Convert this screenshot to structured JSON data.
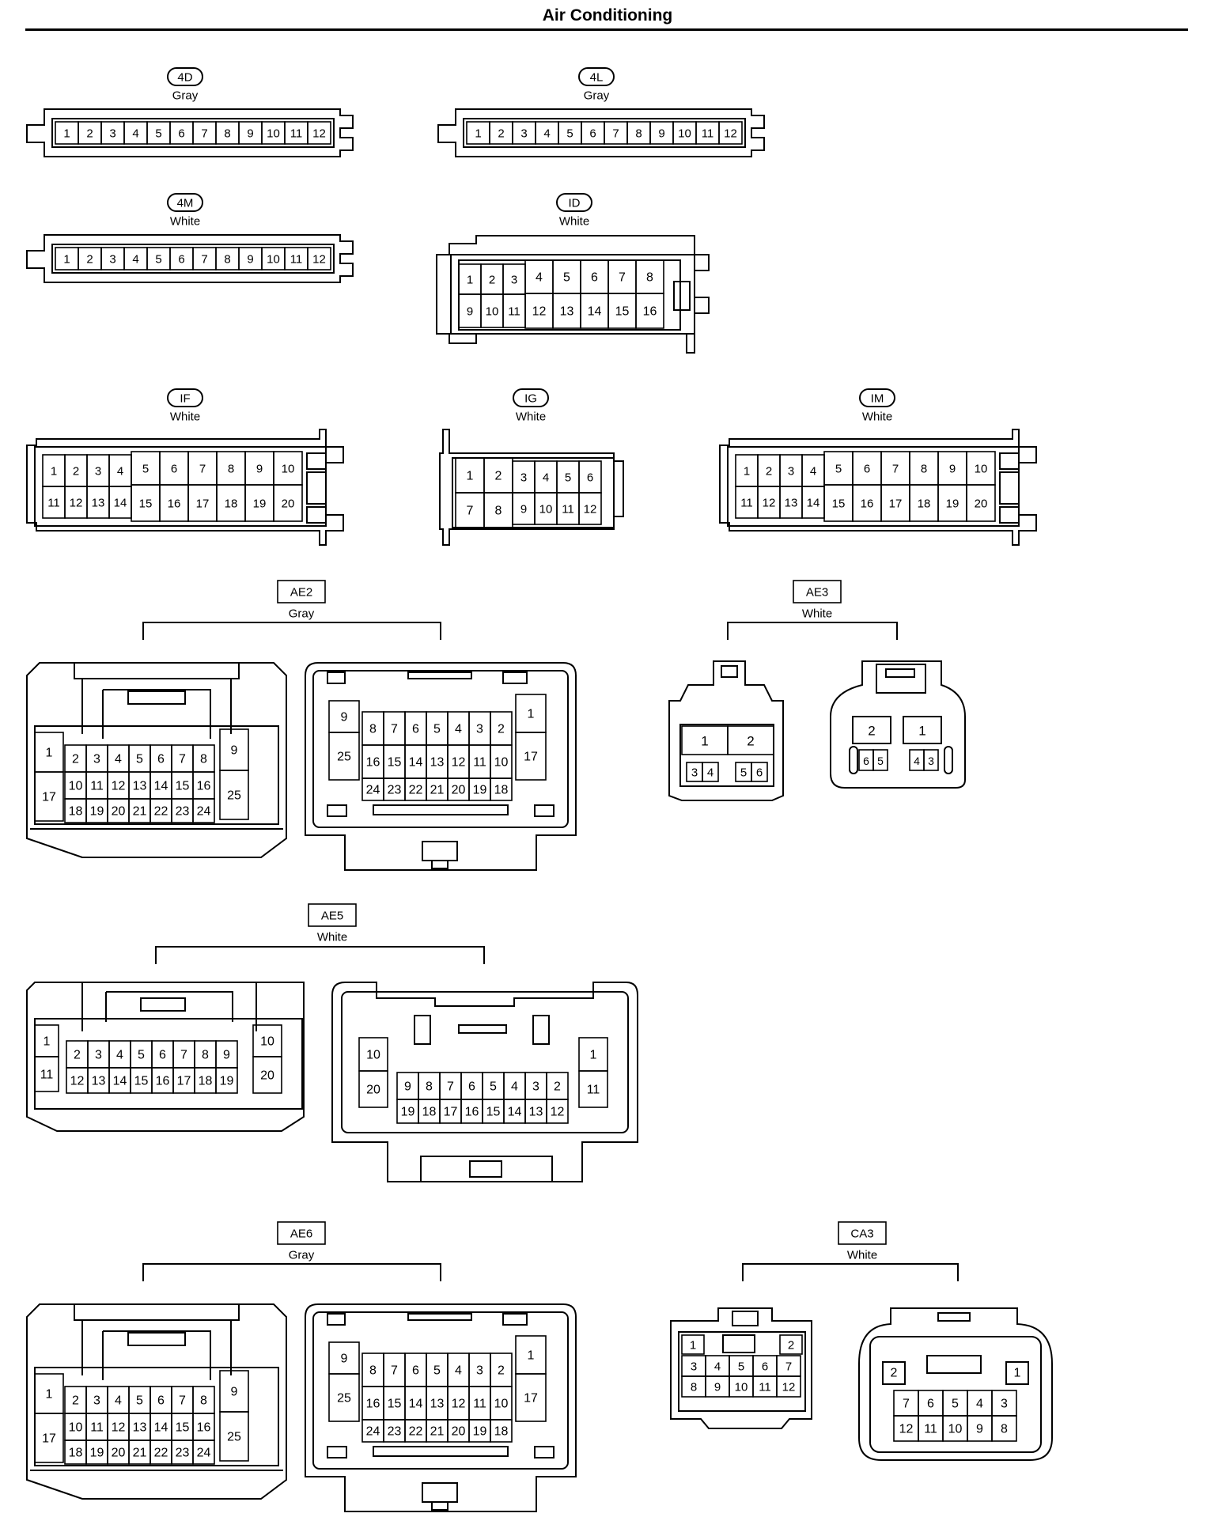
{
  "title": "Air Conditioning",
  "connectors": [
    {
      "id": "4D",
      "color": "Gray",
      "views": [
        {
          "rows": [
            [
              "1",
              "2",
              "3",
              "4",
              "5",
              "6",
              "7",
              "8",
              "9",
              "10",
              "11",
              "12"
            ]
          ]
        }
      ]
    },
    {
      "id": "4L",
      "color": "Gray",
      "views": [
        {
          "rows": [
            [
              "1",
              "2",
              "3",
              "4",
              "5",
              "6",
              "7",
              "8",
              "9",
              "10",
              "11",
              "12"
            ]
          ]
        }
      ]
    },
    {
      "id": "4M",
      "color": "White",
      "views": [
        {
          "rows": [
            [
              "1",
              "2",
              "3",
              "4",
              "5",
              "6",
              "7",
              "8",
              "9",
              "10",
              "11",
              "12"
            ]
          ]
        }
      ]
    },
    {
      "id": "ID",
      "color": "White",
      "views": [
        {
          "rows": [
            [
              "1",
              "2",
              "3",
              "4",
              "5",
              "6",
              "7",
              "8"
            ],
            [
              "9",
              "10",
              "11",
              "12",
              "13",
              "14",
              "15",
              "16"
            ]
          ]
        }
      ]
    },
    {
      "id": "IF",
      "color": "White",
      "views": [
        {
          "rows": [
            [
              "1",
              "2",
              "3",
              "4",
              "5",
              "6",
              "7",
              "8",
              "9",
              "10"
            ],
            [
              "11",
              "12",
              "13",
              "14",
              "15",
              "16",
              "17",
              "18",
              "19",
              "20"
            ]
          ]
        }
      ]
    },
    {
      "id": "IG",
      "color": "White",
      "views": [
        {
          "rows": [
            [
              "1",
              "2",
              "3",
              "4",
              "5",
              "6"
            ],
            [
              "7",
              "8",
              "9",
              "10",
              "11",
              "12"
            ]
          ]
        }
      ]
    },
    {
      "id": "IM",
      "color": "White",
      "views": [
        {
          "rows": [
            [
              "1",
              "2",
              "3",
              "4",
              "5",
              "6",
              "7",
              "8",
              "9",
              "10"
            ],
            [
              "11",
              "12",
              "13",
              "14",
              "15",
              "16",
              "17",
              "18",
              "19",
              "20"
            ]
          ]
        }
      ]
    },
    {
      "id": "AE2",
      "color": "Gray",
      "views": [
        {
          "rows": [
            [
              "1",
              "2",
              "3",
              "4",
              "5",
              "6",
              "7",
              "8",
              "9"
            ],
            [
              "17",
              "10",
              "11",
              "12",
              "13",
              "14",
              "15",
              "16",
              "25"
            ],
            [
              "18",
              "19",
              "20",
              "21",
              "22",
              "23",
              "24"
            ]
          ]
        },
        {
          "rows": [
            [
              "9",
              "8",
              "7",
              "6",
              "5",
              "4",
              "3",
              "2",
              "1"
            ],
            [
              "25",
              "16",
              "15",
              "14",
              "13",
              "12",
              "11",
              "10",
              "17"
            ],
            [
              "24",
              "23",
              "22",
              "21",
              "20",
              "19",
              "18"
            ]
          ]
        }
      ]
    },
    {
      "id": "AE3",
      "color": "White",
      "views": [
        {
          "rows": [
            [
              "1",
              "2"
            ],
            [
              "3",
              "4",
              "5",
              "6"
            ]
          ]
        },
        {
          "rows": [
            [
              "2",
              "1"
            ],
            [
              "6",
              "5",
              "4",
              "3"
            ]
          ]
        }
      ]
    },
    {
      "id": "AE5",
      "color": "White",
      "views": [
        {
          "rows": [
            [
              "1",
              "2",
              "3",
              "4",
              "5",
              "6",
              "7",
              "8",
              "9",
              "10"
            ],
            [
              "11",
              "12",
              "13",
              "14",
              "15",
              "16",
              "17",
              "18",
              "19",
              "20"
            ]
          ]
        },
        {
          "rows": [
            [
              "10",
              "9",
              "8",
              "7",
              "6",
              "5",
              "4",
              "3",
              "2",
              "1"
            ],
            [
              "20",
              "19",
              "18",
              "17",
              "16",
              "15",
              "14",
              "13",
              "12",
              "11"
            ]
          ]
        }
      ]
    },
    {
      "id": "AE6",
      "color": "Gray",
      "views": [
        {
          "rows": [
            [
              "1",
              "2",
              "3",
              "4",
              "5",
              "6",
              "7",
              "8",
              "9"
            ],
            [
              "17",
              "10",
              "11",
              "12",
              "13",
              "14",
              "15",
              "16",
              "25"
            ],
            [
              "18",
              "19",
              "20",
              "21",
              "22",
              "23",
              "24"
            ]
          ]
        },
        {
          "rows": [
            [
              "9",
              "8",
              "7",
              "6",
              "5",
              "4",
              "3",
              "2",
              "1"
            ],
            [
              "25",
              "16",
              "15",
              "14",
              "13",
              "12",
              "11",
              "10",
              "17"
            ],
            [
              "24",
              "23",
              "22",
              "21",
              "20",
              "19",
              "18"
            ]
          ]
        }
      ]
    },
    {
      "id": "CA3",
      "color": "White",
      "views": [
        {
          "rows": [
            [
              "1",
              "2"
            ],
            [
              "3",
              "4",
              "5",
              "6",
              "7"
            ],
            [
              "8",
              "9",
              "10",
              "11",
              "12"
            ]
          ]
        },
        {
          "rows": [
            [
              "2",
              "1"
            ],
            [
              "7",
              "6",
              "5",
              "4",
              "3"
            ],
            [
              "12",
              "11",
              "10",
              "9",
              "8"
            ]
          ]
        }
      ]
    }
  ]
}
